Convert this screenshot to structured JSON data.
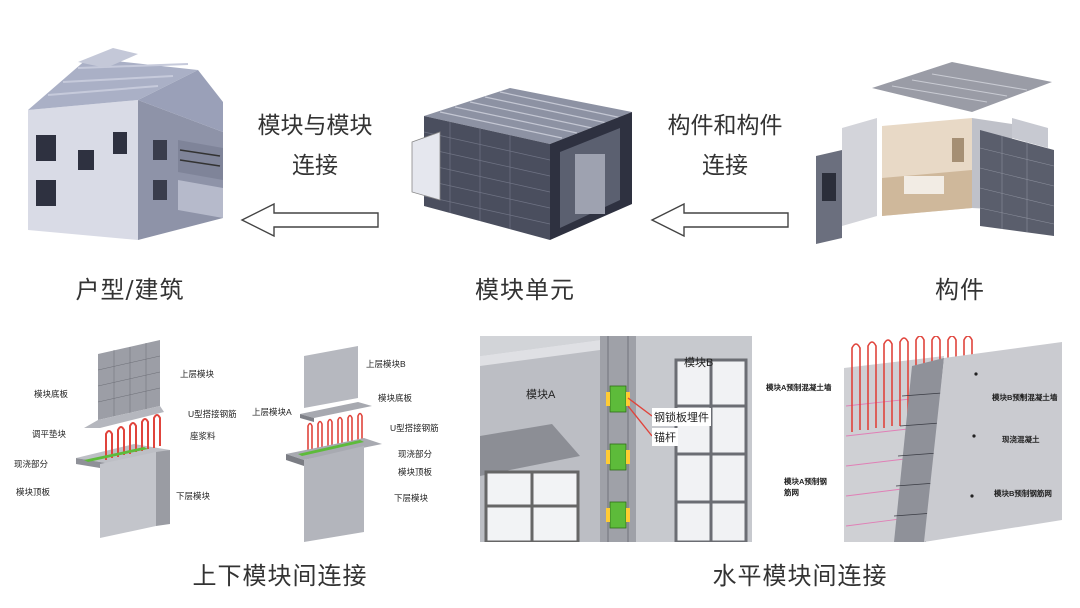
{
  "top_row": {
    "building_label": "户型/建筑",
    "module_label": "模块单元",
    "component_label": "构件",
    "conn_module_line1": "模块与模块",
    "conn_module_line2": "连接",
    "conn_component_line1": "构件和构件",
    "conn_component_line2": "连接"
  },
  "bottom_row": {
    "vertical_caption": "上下模块间连接",
    "horizontal_caption": "水平模块间连接",
    "panel1": {
      "upper_module": "上层模块",
      "module_bottom_plate": "模块底板",
      "u_rebar": "U型搭接钢筋",
      "leveling_pad": "调平垫块",
      "grout": "座浆料",
      "cast_in_place": "现浇部分",
      "module_top_plate": "模块顶板",
      "lower_module": "下层模块"
    },
    "panel2": {
      "upper_module_b": "上层模块B",
      "upper_module_a": "上层模块A",
      "module_bottom_plate": "模块底板",
      "u_rebar": "U型搭接钢筋",
      "cast_in_place": "现浇部分",
      "module_top_plate": "模块顶板",
      "lower_module": "下层模块"
    },
    "panel3": {
      "module_a": "模块A",
      "module_b": "模块B",
      "steel_lock": "钢锁板埋件",
      "anchor": "锚杆"
    },
    "panel4": {
      "wall_a": "模块A预制混凝土墙",
      "wall_b": "模块B预制混凝土墙",
      "cast_concrete": "现浇混凝土",
      "mesh_a": "模块A预制钢筋网",
      "mesh_b": "模块B预制钢筋网"
    }
  },
  "colors": {
    "rebar": "#e0443c",
    "green_plate": "#5dbb3a",
    "building_wall": "#d9dbe6",
    "building_roof": "#9aa0b8",
    "concrete": "#c9cace"
  }
}
